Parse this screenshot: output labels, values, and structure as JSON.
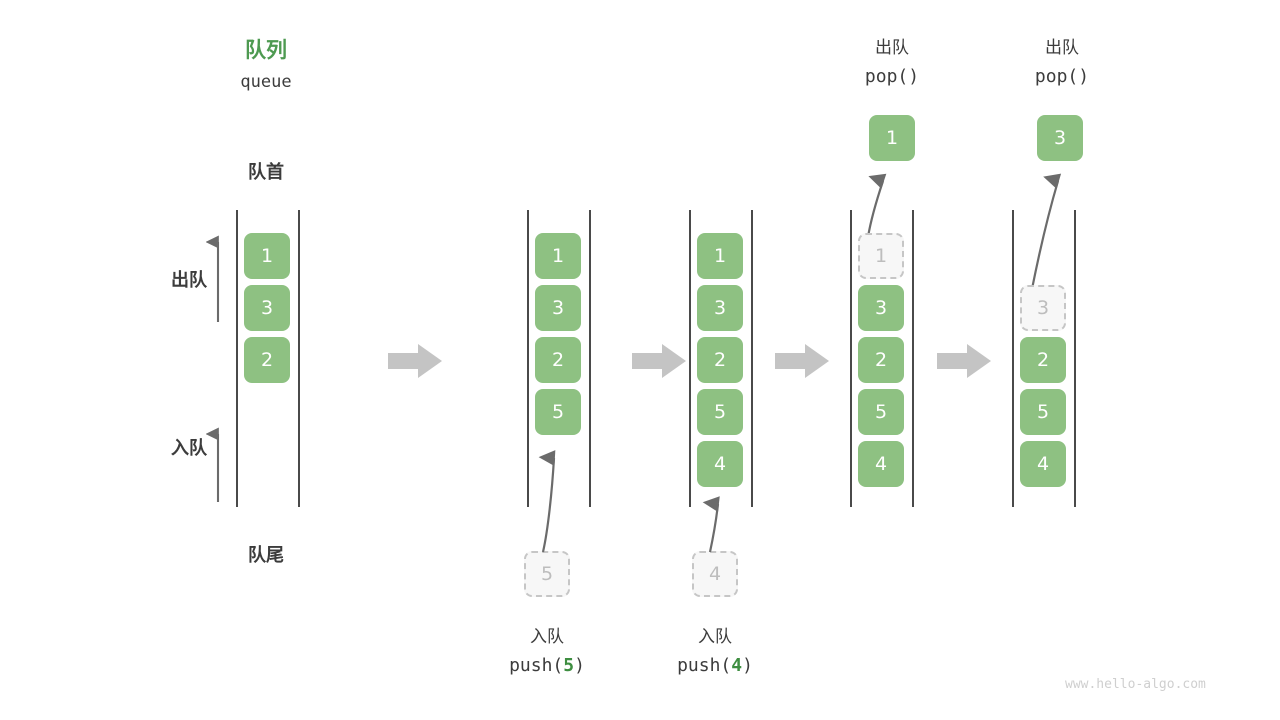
{
  "header": {
    "title_cn": "队列",
    "title_en": "queue",
    "front_label": "队首",
    "rear_label": "队尾",
    "dequeue_label": "出队",
    "enqueue_label": "入队"
  },
  "watermark": "www.hello-algo.com",
  "colors": {
    "green": "#8ec182",
    "green_text": "#3e8e41",
    "ghost_fill": "#f7f7f7",
    "ghost_border": "#c6c6c6",
    "ghost_text": "#bdbdbd",
    "rail": "#4a4a4a",
    "arrow_gray": "#c4c4c4",
    "stroke_gray": "#6b6b6b",
    "text": "#3c3c3c",
    "watermark": "#cfcfcf"
  },
  "chart_data": {
    "type": "diagram",
    "title": "队列 queue — push / pop operations",
    "description": "FIFO queue illustrated across five states; elements enter at the rear (bottom) and leave at the front (top).",
    "front_label": "队首",
    "rear_label": "队尾",
    "dequeue_label": "出队",
    "enqueue_label": "入队",
    "states": [
      {
        "id": "state-initial",
        "items": [
          "1",
          "3",
          "2"
        ],
        "ghost_index": null,
        "ghost_value": null,
        "incoming_value": null,
        "popped_value": null,
        "op_cn": null,
        "op_code": null,
        "op_code_prefix": null,
        "op_code_arg": null,
        "op_code_suffix": null
      },
      {
        "id": "state-push-5",
        "items": [
          "1",
          "3",
          "2",
          "5"
        ],
        "ghost_index": null,
        "ghost_value": null,
        "incoming_value": "5",
        "popped_value": null,
        "op_cn": "入队",
        "op_code": "push(5)",
        "op_code_prefix": "push(",
        "op_code_arg": "5",
        "op_code_suffix": ")"
      },
      {
        "id": "state-push-4",
        "items": [
          "1",
          "3",
          "2",
          "5",
          "4"
        ],
        "ghost_index": null,
        "ghost_value": null,
        "incoming_value": "4",
        "popped_value": null,
        "op_cn": "入队",
        "op_code": "push(4)",
        "op_code_prefix": "push(",
        "op_code_arg": "4",
        "op_code_suffix": ")"
      },
      {
        "id": "state-pop-1",
        "items": [
          "1",
          "3",
          "2",
          "5",
          "4"
        ],
        "ghost_index": 0,
        "ghost_value": "1",
        "incoming_value": null,
        "popped_value": "1",
        "op_cn": "出队",
        "op_code": "pop()",
        "op_code_prefix": "pop(",
        "op_code_arg": "",
        "op_code_suffix": ")"
      },
      {
        "id": "state-pop-3",
        "items": [
          "3",
          "2",
          "5",
          "4"
        ],
        "ghost_index": 0,
        "ghost_value": "3",
        "incoming_value": null,
        "popped_value": "3",
        "op_cn": "出队",
        "op_code": "pop()",
        "op_code_prefix": "pop(",
        "op_code_arg": "",
        "op_code_suffix": ")"
      }
    ],
    "separator_count": 4,
    "separator_icon": "right-arrow"
  }
}
